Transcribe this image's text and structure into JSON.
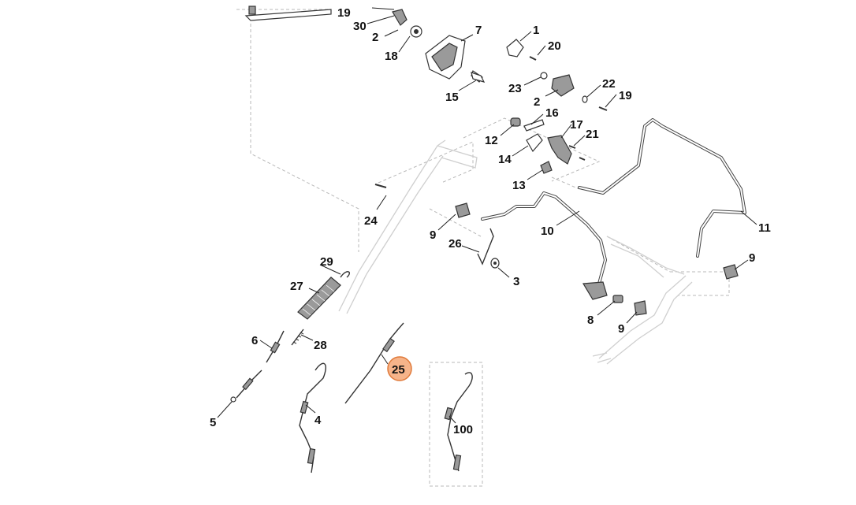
{
  "labels": {
    "p1": "1",
    "p2a": "2",
    "p2b": "2",
    "p3": "3",
    "p4": "4",
    "p5": "5",
    "p6": "6",
    "p7": "7",
    "p8": "8",
    "p9a": "9",
    "p9b": "9",
    "p9c": "9",
    "p10": "10",
    "p11": "11",
    "p12": "12",
    "p13": "13",
    "p14": "14",
    "p15": "15",
    "p16": "16",
    "p17": "17",
    "p18": "18",
    "p19a": "19",
    "p19b": "19",
    "p20": "20",
    "p21": "21",
    "p22": "22",
    "p23": "23",
    "p24": "24",
    "p25": "25",
    "p26": "26",
    "p27": "27",
    "p28": "28",
    "p29": "29",
    "p30": "30",
    "p100": "100"
  },
  "highlight": {
    "part": "25",
    "color": "#f6b48a"
  }
}
